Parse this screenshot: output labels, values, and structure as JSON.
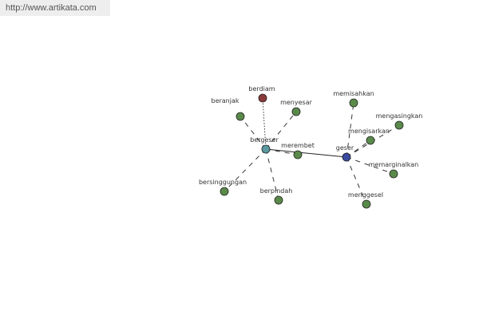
{
  "header": {
    "url": "http://www.artikata.com"
  },
  "colors": {
    "leaf": "#5a8a4a",
    "bergeser": "#5a9aa0",
    "geser": "#3a4aa0",
    "berdiam": "#8a3a3a",
    "edge": "#222222"
  },
  "graph": {
    "nodes": [
      {
        "id": "bergeser",
        "label": "bergeser",
        "kind": "hub-synonym"
      },
      {
        "id": "geser",
        "label": "geser",
        "kind": "hub-root"
      },
      {
        "id": "berdiam",
        "label": "berdiam",
        "kind": "antonym"
      },
      {
        "id": "beranjak",
        "label": "beranjak",
        "kind": "leaf"
      },
      {
        "id": "menyesar",
        "label": "menyesar",
        "kind": "leaf"
      },
      {
        "id": "merembet",
        "label": "merembet",
        "kind": "leaf"
      },
      {
        "id": "bersinggungan",
        "label": "bersinggungan",
        "kind": "leaf"
      },
      {
        "id": "berpindah",
        "label": "berpindah",
        "kind": "leaf"
      },
      {
        "id": "memisahkan",
        "label": "memisahkan",
        "kind": "leaf"
      },
      {
        "id": "mengasingkan",
        "label": "mengasingkan",
        "kind": "leaf"
      },
      {
        "id": "mengisarkan",
        "label": "mengisarkan",
        "kind": "leaf"
      },
      {
        "id": "memarginalkan",
        "label": "memarginalkan",
        "kind": "leaf"
      },
      {
        "id": "menggesel",
        "label": "menggesel",
        "kind": "leaf"
      }
    ],
    "edges": [
      {
        "from": "bergeser",
        "to": "geser",
        "style": "solid"
      },
      {
        "from": "bergeser",
        "to": "berdiam",
        "style": "dotted"
      },
      {
        "from": "bergeser",
        "to": "beranjak",
        "style": "dashed"
      },
      {
        "from": "bergeser",
        "to": "menyesar",
        "style": "dashed"
      },
      {
        "from": "bergeser",
        "to": "merembet",
        "style": "dashed"
      },
      {
        "from": "bergeser",
        "to": "bersinggungan",
        "style": "dashed"
      },
      {
        "from": "bergeser",
        "to": "berpindah",
        "style": "dashed"
      },
      {
        "from": "geser",
        "to": "memisahkan",
        "style": "dashed"
      },
      {
        "from": "geser",
        "to": "mengasingkan",
        "style": "dashed"
      },
      {
        "from": "geser",
        "to": "mengisarkan",
        "style": "dashed"
      },
      {
        "from": "geser",
        "to": "memarginalkan",
        "style": "dashed"
      },
      {
        "from": "geser",
        "to": "menggesel",
        "style": "dashed"
      }
    ]
  }
}
